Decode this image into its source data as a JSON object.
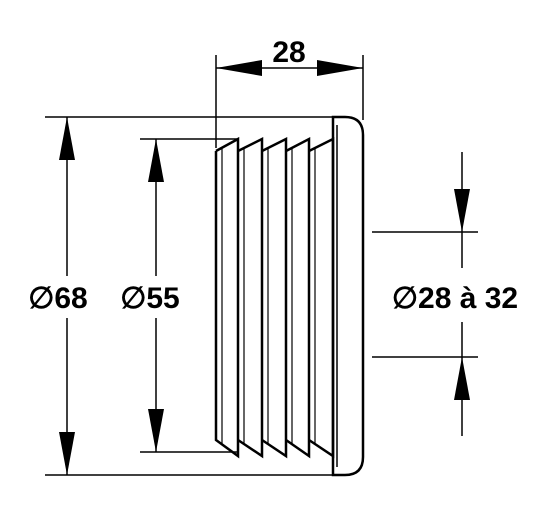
{
  "drawing": {
    "width_label": "28",
    "outer_diameter_label": "∅68",
    "inner_diameter_label": "∅55",
    "pipe_range_label": "∅28 à 32"
  },
  "colors": {
    "line": "#000000",
    "background": "#ffffff"
  }
}
